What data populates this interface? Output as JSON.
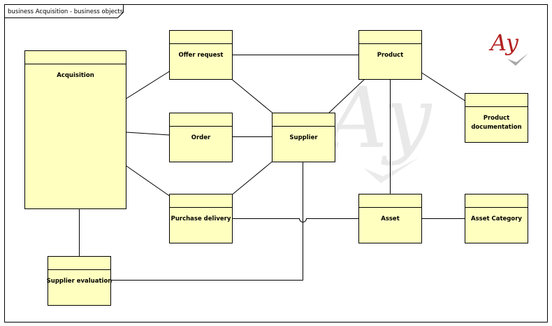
{
  "frame": {
    "title": "business Acquisition - business objects"
  },
  "colors": {
    "node_fill": "#ffffc0",
    "border": "#000000",
    "logo_red": "#b22222",
    "watermark": "#d8d8d8",
    "background": "#ffffff"
  },
  "logo": {
    "text": "Ay"
  },
  "watermark": {
    "text": "Ay"
  },
  "nodes": {
    "acquisition": {
      "label": "Acquisition"
    },
    "offer_request": {
      "label": "Offer request"
    },
    "order": {
      "label": "Order"
    },
    "purchase_delivery": {
      "label": "Purchase delivery"
    },
    "supplier": {
      "label": "Supplier"
    },
    "product": {
      "label": "Product"
    },
    "product_documentation": {
      "label_line1": "Product",
      "label_line2": "documentation"
    },
    "asset": {
      "label": "Asset"
    },
    "asset_category": {
      "label": "Asset Category"
    },
    "supplier_evaluation": {
      "label": "Supplier evaluation"
    }
  },
  "connections": [
    {
      "from": "acquisition",
      "to": "offer_request"
    },
    {
      "from": "acquisition",
      "to": "order"
    },
    {
      "from": "acquisition",
      "to": "purchase_delivery"
    },
    {
      "from": "acquisition",
      "to": "supplier_evaluation"
    },
    {
      "from": "offer_request",
      "to": "product"
    },
    {
      "from": "offer_request",
      "to": "supplier"
    },
    {
      "from": "order",
      "to": "supplier"
    },
    {
      "from": "purchase_delivery",
      "to": "supplier"
    },
    {
      "from": "purchase_delivery",
      "to": "asset"
    },
    {
      "from": "supplier",
      "to": "product"
    },
    {
      "from": "supplier",
      "to": "supplier_evaluation"
    },
    {
      "from": "product",
      "to": "product_documentation"
    },
    {
      "from": "product",
      "to": "asset"
    },
    {
      "from": "asset",
      "to": "asset_category"
    }
  ]
}
